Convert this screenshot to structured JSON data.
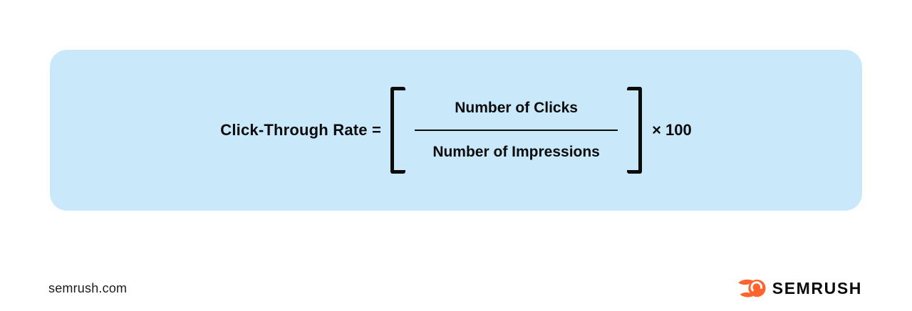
{
  "banner": {
    "formula": {
      "label": "Click-Through Rate =",
      "numerator": "Number of Clicks",
      "denominator": "Number of Impressions",
      "multiplier": "× 100"
    }
  },
  "footer": {
    "site": "semrush.com",
    "brand": "SEMRUSH",
    "logo_icon": "semrush-comet-icon"
  },
  "colors": {
    "banner_bg": "#C9E9FB",
    "ink": "#0B0B0B",
    "brand_orange": "#FF642D",
    "page_bg": "#FFFFFF",
    "footer_text": "#1B1B1B"
  }
}
